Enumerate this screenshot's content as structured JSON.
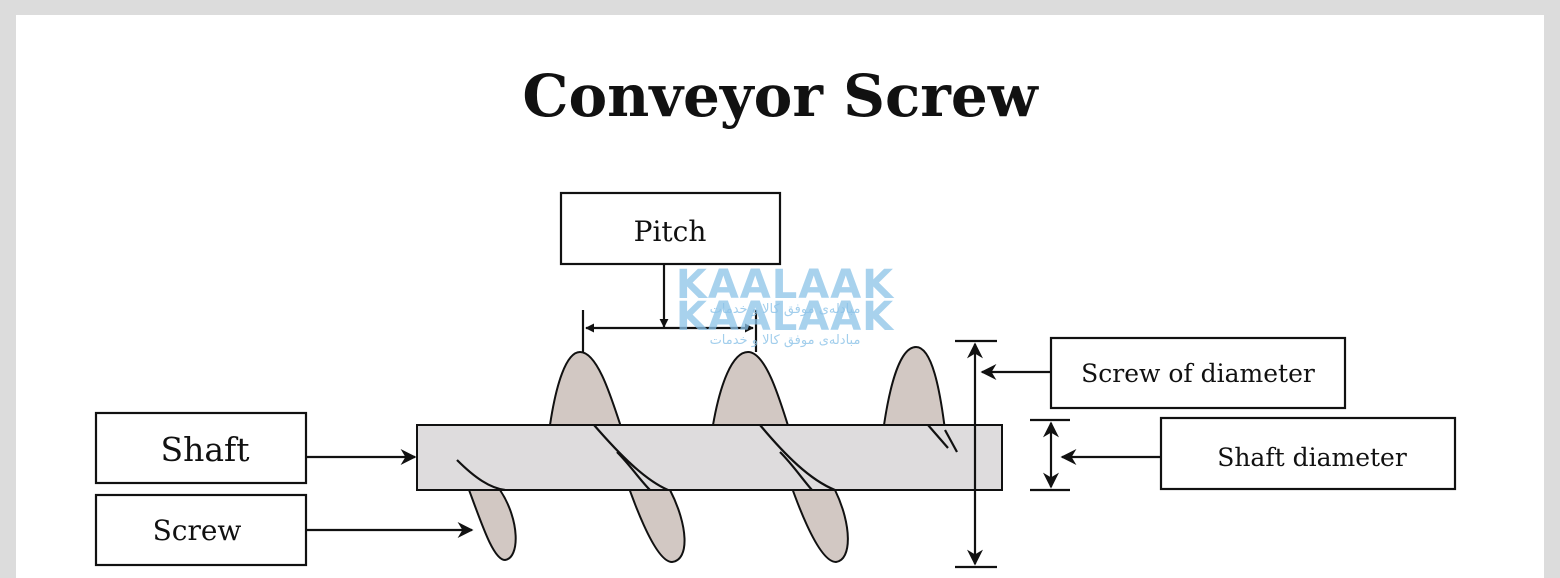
{
  "title": "Conveyor Screw",
  "labels": {
    "pitch": "Pitch",
    "shaft": "Shaft",
    "screw": "Screw",
    "screw_of_diameter": "Screw of diameter",
    "shaft_diameter": "Shaft diameter"
  },
  "watermark": {
    "brand": "KAALAAK",
    "tagline": "مبادلەی موفق کالا و خدمات"
  },
  "colors": {
    "background": "#dcdcdc",
    "card": "#ffffff",
    "flight_fill": "#d2c8c3",
    "shaft_fill": "#dedcdd",
    "watermark": "#8cc3e8"
  }
}
